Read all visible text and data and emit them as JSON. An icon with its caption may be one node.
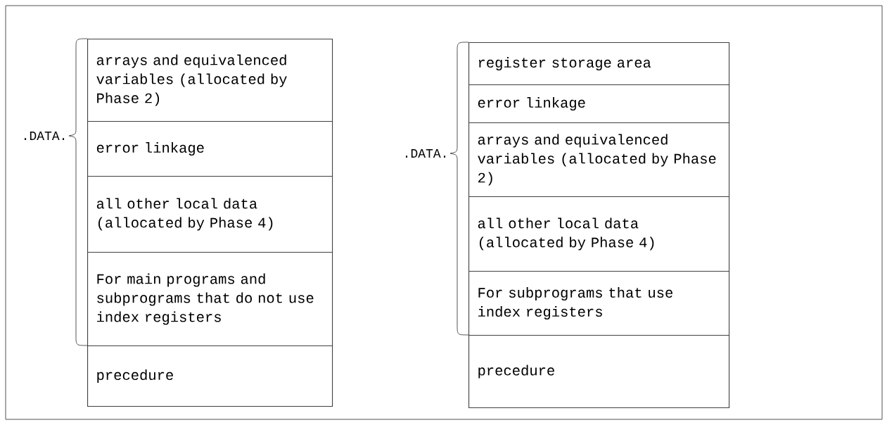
{
  "diagram": {
    "nodes": [
      {
        "text": [
          "arrays and equivalenced variables (allocated by Phase 2)"
        ]
      },
      {
        "text": [
          "error linkage"
        ]
      },
      {
        "text": [
          "all other local data (allocated by Phase 4)"
        ]
      },
      {
        "text": [
          "For main programs and subprograms that do not use index registers"
        ]
      },
      {
        "text": [
          "precedure"
        ]
      },
      {
        "text": [
          "register storage area"
        ]
      },
      {
        "text": [
          "error linkage"
        ]
      },
      {
        "text": [
          "arrays and equivalenced variables (allocated by Phase 2)"
        ]
      },
      {
        "text": [
          "all other local data (allocated by Phase 4)"
        ]
      },
      {
        "text": [
          "For subprograms that use index registers"
        ]
      },
      {
        "text": [
          "precedure"
        ]
      }
    ],
    "labels": [
      ".DATA.",
      ".DATA."
    ]
  }
}
